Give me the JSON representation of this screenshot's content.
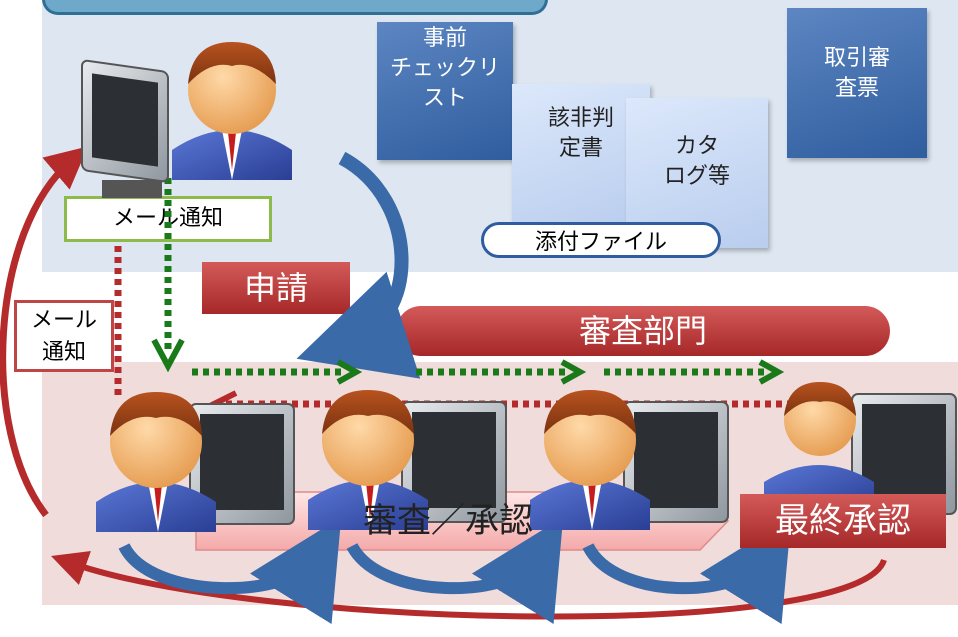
{
  "documents": {
    "precheck": "事前チェックリスト",
    "precheck_lines": [
      "事前",
      "チェックリ",
      "スト"
    ],
    "classification": [
      "該非判",
      "定書"
    ],
    "catalog": [
      "カタ",
      "ログ等"
    ],
    "transaction_review": [
      "取引審",
      "査票"
    ],
    "attachment_label": "添付ファイル"
  },
  "labels": {
    "mail_notice_1": "メール通知",
    "mail_notice_2_lines": [
      "メール",
      "通知"
    ],
    "application": "申請",
    "review_dept": "審査部門",
    "review_approval": "審査／承認",
    "final_approval": "最終承認"
  },
  "colors": {
    "top_band": "#dde6f1",
    "bottom_band": "#f1dcdc",
    "doc_dark": "#2f5d9e",
    "red_label": "#a62828",
    "green_arrow": "#1a7a1a",
    "red_arrow": "#b52a2a",
    "blue_arrow": "#3a6aa8"
  }
}
